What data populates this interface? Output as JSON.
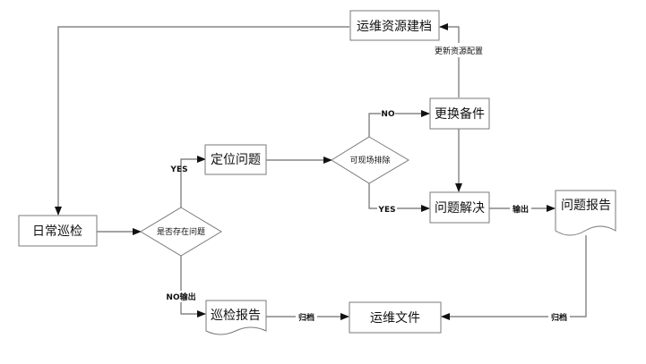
{
  "nodes": {
    "resource_archive": "运维资源建档",
    "replace_parts": "更换备件",
    "locate_problem": "定位问题",
    "onsite_fix": "可现场排除",
    "daily_inspection": "日常巡检",
    "has_problem": "是否存在问题",
    "solve_problem": "问题解决",
    "problem_report": "问题报告",
    "inspection_report": "巡检报告",
    "ops_documents": "运维文件"
  },
  "labels": {
    "update_resource_config": "更新资源配置",
    "no_top": "NO",
    "yes_top": "YES",
    "yes_bottom": "YES",
    "output": "输出",
    "no_output": "NO输出",
    "archive_left": "归档",
    "archive_right": "归档"
  }
}
